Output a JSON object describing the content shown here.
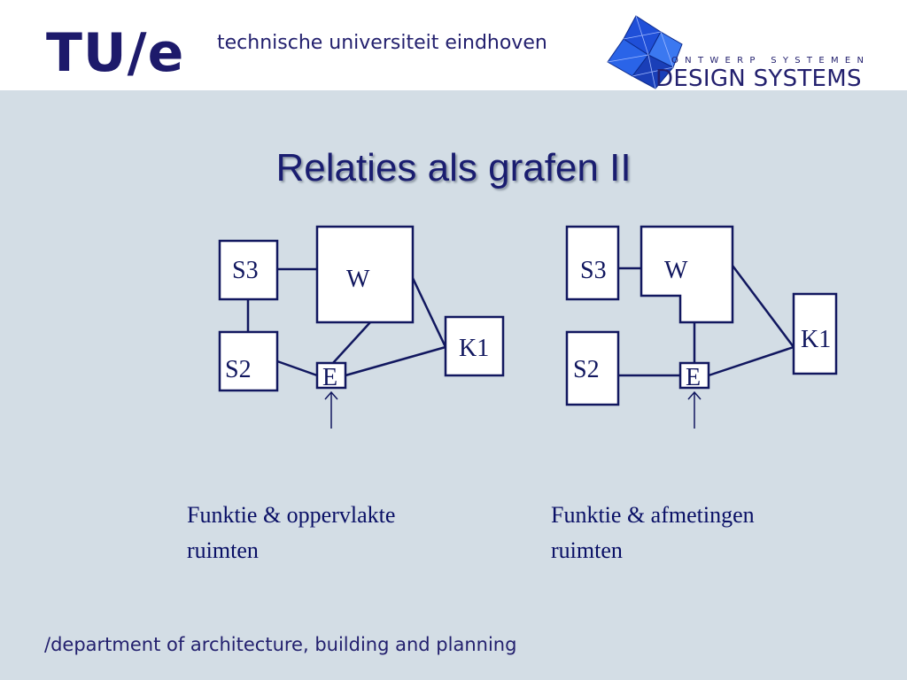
{
  "header": {
    "logo_text": "TU/e",
    "university_name": "technische universiteit eindhoven",
    "ds_tagline": "ONTWERP SYSTEMEN",
    "ds_title": "DESIGN SYSTEMS"
  },
  "slide": {
    "title": "Relaties als grafen II"
  },
  "diagram_left": {
    "nodes": {
      "s3": "S3",
      "w": "W",
      "s2": "S2",
      "e": "E",
      "k1": "K1"
    },
    "caption_line1": "Funktie & oppervlakte",
    "caption_line2": "ruimten"
  },
  "diagram_right": {
    "nodes": {
      "s3": "S3",
      "w": "W",
      "s2": "S2",
      "e": "E",
      "k1": "K1"
    },
    "caption_line1": "Funktie & afmetingen",
    "caption_line2": "ruimten"
  },
  "footer": {
    "department": "/department of architecture, building and planning"
  },
  "colors": {
    "background": "#d3dde5",
    "navy": "#1d1a6b",
    "accent_blue": "#1f4fd8"
  }
}
